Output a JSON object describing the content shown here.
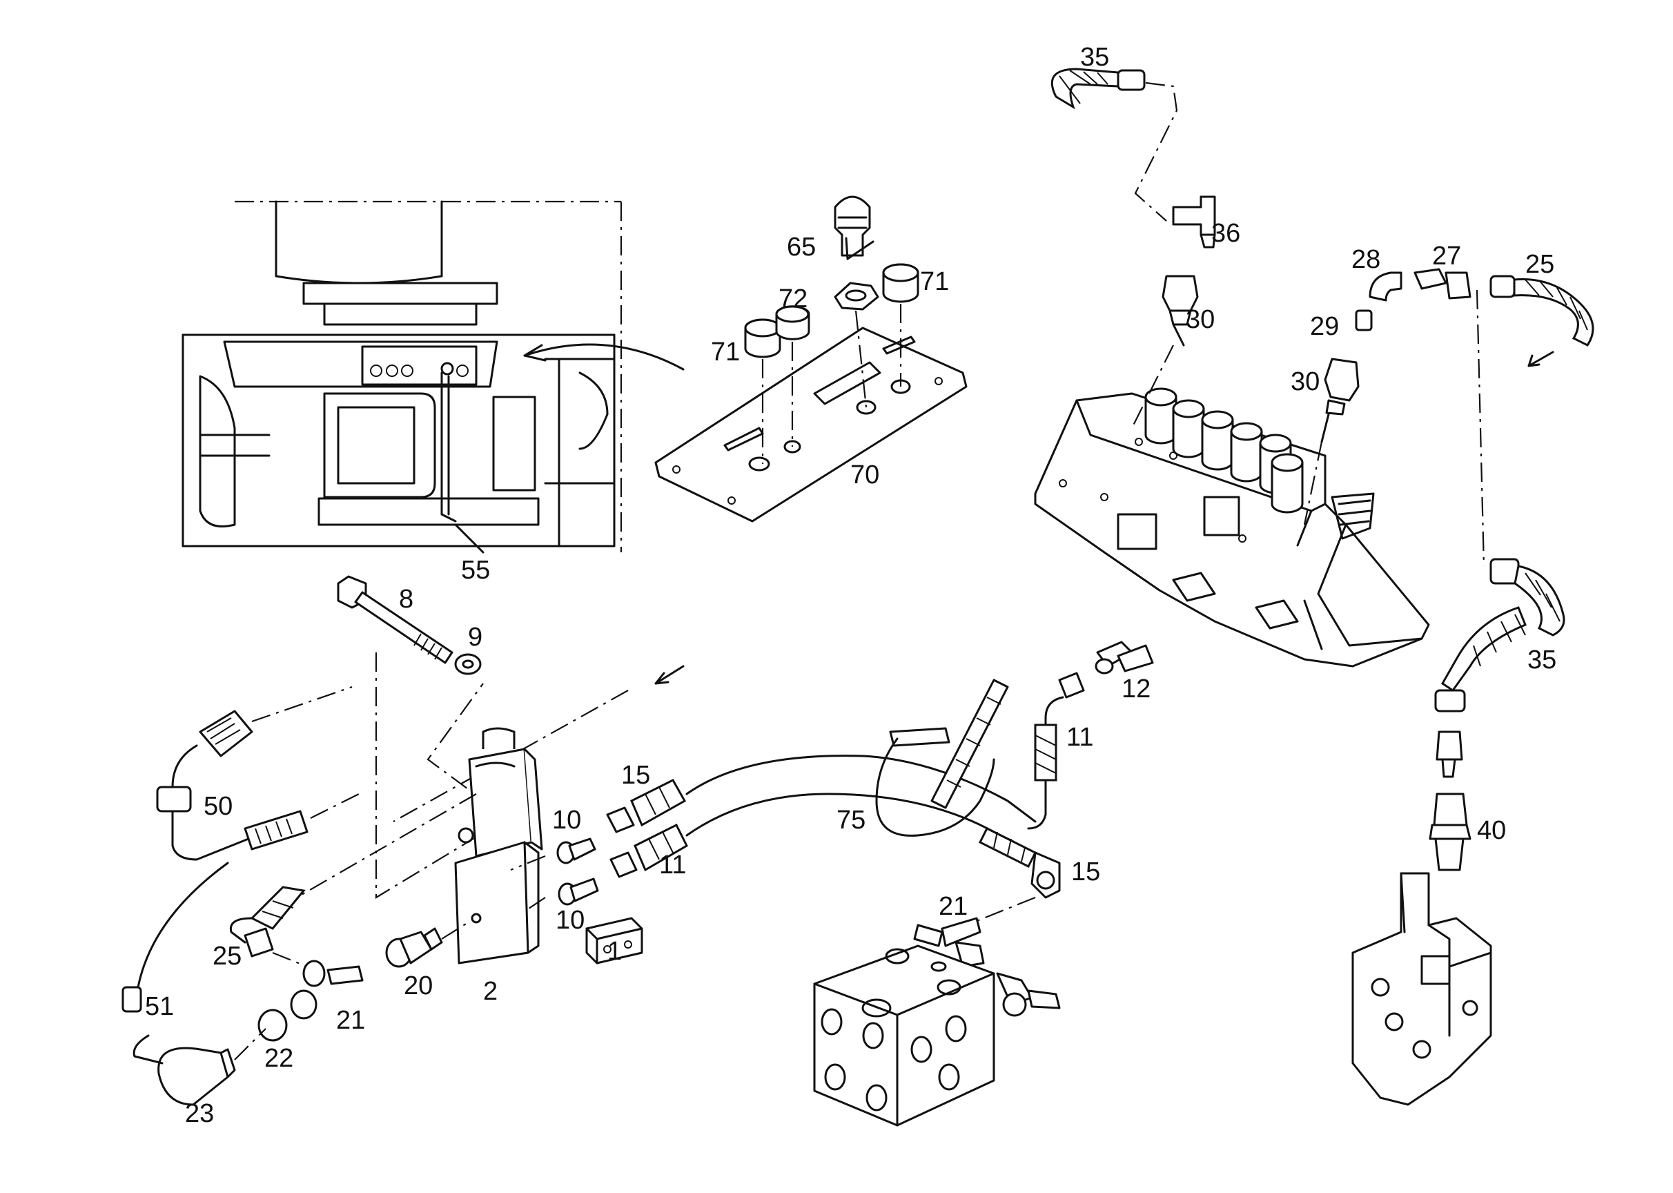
{
  "labels": {
    "l1": "1",
    "l2": "2",
    "l8": "8",
    "l9": "9",
    "l10a": "10",
    "l10b": "10",
    "l11a": "11",
    "l11b": "11",
    "l12": "12",
    "l15a": "15",
    "l15b": "15",
    "l20": "20",
    "l21a": "21",
    "l21b": "21",
    "l22": "22",
    "l23": "23",
    "l25a": "25",
    "l25b": "25",
    "l27": "27",
    "l28": "28",
    "l29": "29",
    "l30a": "30",
    "l30b": "30",
    "l35a": "35",
    "l35b": "35",
    "l36": "36",
    "l40": "40",
    "l50": "50",
    "l51": "51",
    "l55": "55",
    "l65": "65",
    "l70": "70",
    "l71a": "71",
    "l71b": "71",
    "l72": "72",
    "l75": "75"
  }
}
